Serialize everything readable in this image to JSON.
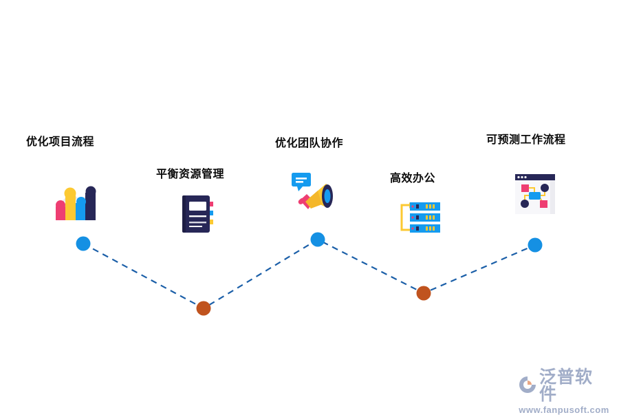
{
  "page": {
    "background_color": "#ffffff",
    "type": "infographic-timeline"
  },
  "theme": {
    "label_color": "#0b0b0b",
    "dot_blue": "#1590E3",
    "dot_orange": "#C0531E",
    "line_color": "#1B5FA8",
    "accent_pink": "#EE3E72",
    "accent_yellow": "#FCC932",
    "accent_blue": "#159BEF",
    "accent_navy": "#272757"
  },
  "nodes": [
    {
      "label": "优化项目流程",
      "icon": "bar-chart-icon",
      "dot_color": "#1590E3",
      "dot_kind": "blue"
    },
    {
      "label": "平衡资源管理",
      "icon": "notebook-icon",
      "dot_color": "#C0531E",
      "dot_kind": "orange"
    },
    {
      "label": "优化团队协作",
      "icon": "megaphone-icon",
      "dot_color": "#1590E3",
      "dot_kind": "blue"
    },
    {
      "label": "高效办公",
      "icon": "server-icon",
      "dot_color": "#C0531E",
      "dot_kind": "orange"
    },
    {
      "label": "可预测工作流程",
      "icon": "browser-flow-icon",
      "dot_color": "#1590E3",
      "dot_kind": "blue"
    }
  ],
  "chart_data": {
    "type": "line",
    "title": "",
    "xlabel": "",
    "ylabel": "",
    "categories": [
      "优化项目流程",
      "平衡资源管理",
      "优化团队协作",
      "高效办公",
      "可预测工作流程"
    ],
    "x": [
      121,
      296,
      462,
      616,
      778
    ],
    "y": [
      354,
      448,
      348,
      426,
      356
    ],
    "point_colors": [
      "#1590E3",
      "#C0531E",
      "#1590E3",
      "#C0531E",
      "#1590E3"
    ],
    "line_style": "dashed",
    "line_color": "#1B5FA8",
    "grid": false,
    "legend": "none",
    "note": "Zig-zag milestone path; y values are screen pixel coordinates (smaller y = higher on screen)."
  },
  "watermark": {
    "brand": "泛普软件",
    "url": "www.fanpusoft.com",
    "logo_icon": "fanpu-swirl-logo-icon"
  }
}
